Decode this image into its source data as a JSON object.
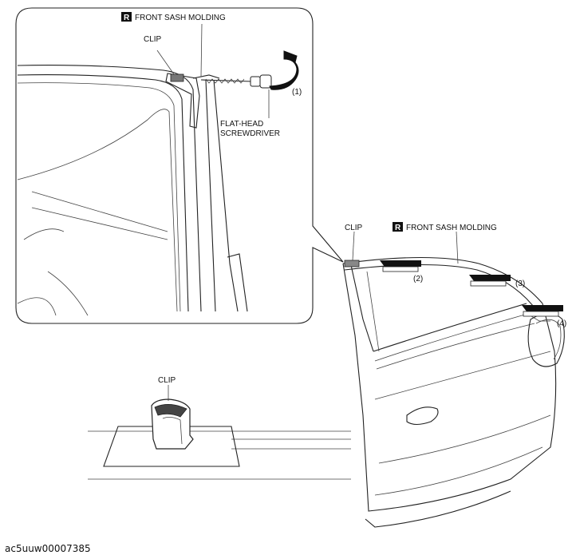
{
  "callout": {
    "badge": "R",
    "part_label": "FRONT SASH MOLDING",
    "clip_label": "CLIP",
    "tool_label_line1": "FLAT-HEAD",
    "tool_label_line2": "SCREWDRIVER",
    "step1": "(1)"
  },
  "door_view": {
    "badge": "R",
    "part_label": "FRONT SASH MOLDING",
    "clip_label": "CLIP",
    "step2": "(2)",
    "step3": "(3)",
    "step4": "(4)"
  },
  "clip_detail": {
    "clip_label": "CLIP"
  },
  "figure_code": "ac5uuw00007385"
}
